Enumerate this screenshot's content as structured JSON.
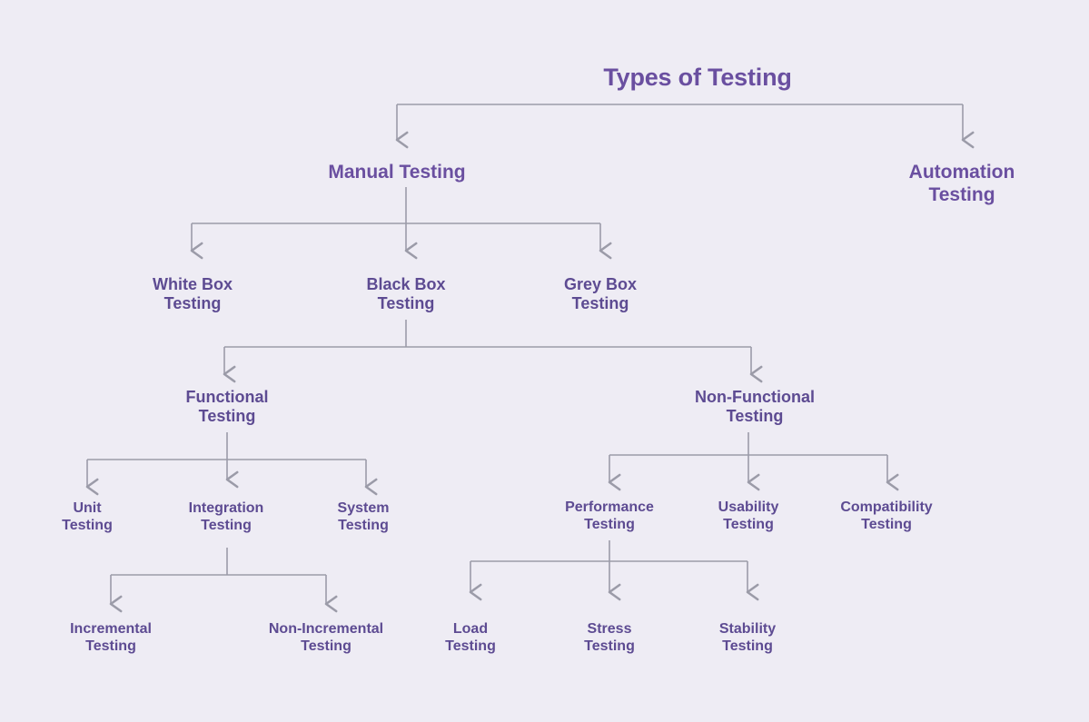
{
  "diagram": {
    "title": "Types of Testing",
    "background_color": "#eeecf4",
    "title_color": "#6a4fa0",
    "node_color": "#5d4b92",
    "edge_color": "#9b9ba8",
    "nodes": {
      "root": "Types of Testing",
      "manual": "Manual Testing",
      "automation": "Automation\nTesting",
      "white_box": "White Box\nTesting",
      "black_box": "Black Box\nTesting",
      "grey_box": "Grey Box\nTesting",
      "functional": "Functional\nTesting",
      "non_functional": "Non-Functional\nTesting",
      "unit": "Unit\nTesting",
      "integration": "Integration\nTesting",
      "system": "System\nTesting",
      "performance": "Performance\nTesting",
      "usability": "Usability\nTesting",
      "compatibility": "Compatibility\nTesting",
      "incremental": "Incremental\nTesting",
      "non_incremental": "Non-Incremental\nTesting",
      "load": "Load\nTesting",
      "stress": "Stress\nTesting",
      "stability": "Stability\nTesting"
    },
    "hierarchy": [
      {
        "parent": "root",
        "children": [
          "manual",
          "automation"
        ]
      },
      {
        "parent": "manual",
        "children": [
          "white_box",
          "black_box",
          "grey_box"
        ]
      },
      {
        "parent": "black_box",
        "children": [
          "functional",
          "non_functional"
        ]
      },
      {
        "parent": "functional",
        "children": [
          "unit",
          "integration",
          "system"
        ]
      },
      {
        "parent": "non_functional",
        "children": [
          "performance",
          "usability",
          "compatibility"
        ]
      },
      {
        "parent": "integration",
        "children": [
          "incremental",
          "non_incremental"
        ]
      },
      {
        "parent": "performance",
        "children": [
          "load",
          "stress",
          "stability"
        ]
      }
    ]
  }
}
